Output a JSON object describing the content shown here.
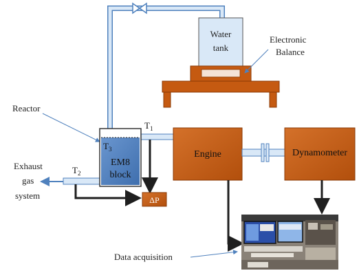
{
  "labels": {
    "water_tank_line1": "Water",
    "water_tank_line2": "tank",
    "balance_line1": "Electronic",
    "balance_line2": "Balance",
    "reactor": "Reactor",
    "t1": "T",
    "t1_sub": "1",
    "t2": "T",
    "t2_sub": "2",
    "t3": "T",
    "t3_sub": "3",
    "em8_line1": "EM8",
    "em8_line2": "block",
    "exhaust_line1": "Exhaust",
    "exhaust_line2": "gas",
    "exhaust_line3": "system",
    "delta_p": "ΔP",
    "engine": "Engine",
    "dynamometer": "Dynamometer",
    "data_acquisition": "Data acquisition"
  },
  "colors": {
    "pipe_fill": "#cfe3f5",
    "pipe_stroke": "#4f81bd",
    "reactor_fill": "#4f81bd",
    "box_fill": "#c55a11",
    "balance_fill": "#c55a11",
    "arrow": "#1f1f1f"
  }
}
